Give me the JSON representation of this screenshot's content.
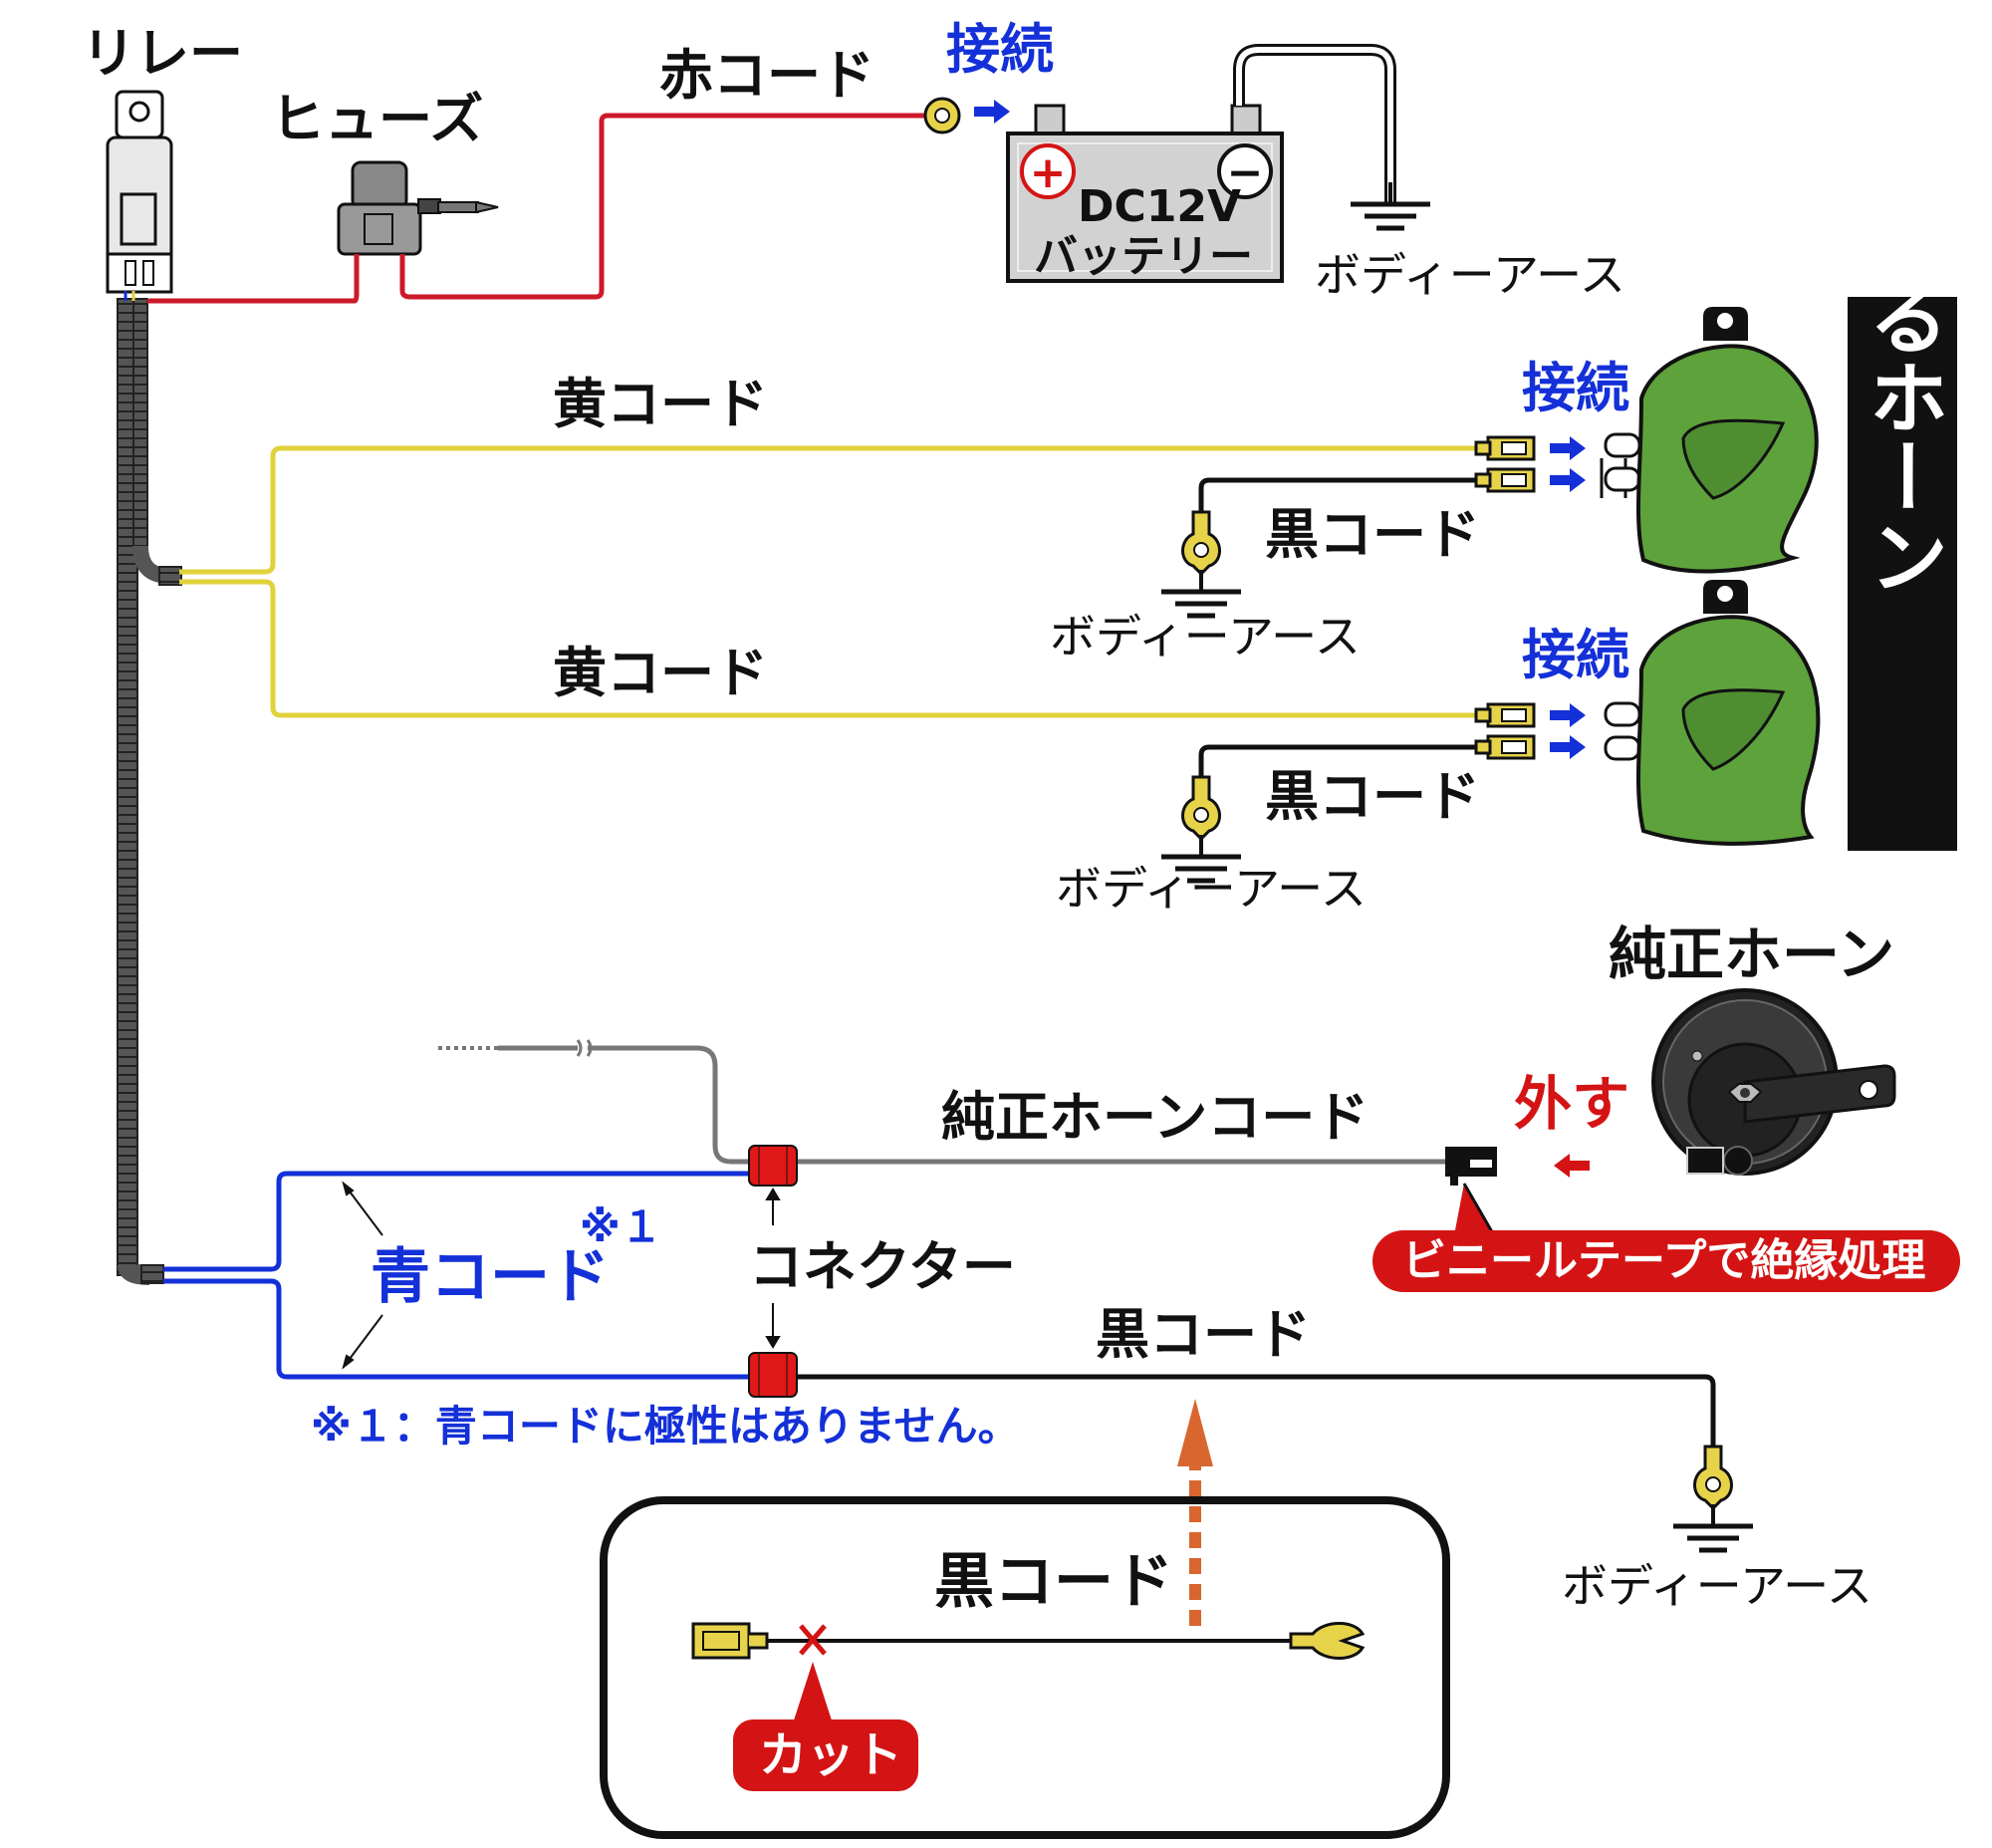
{
  "relay_label": "リレー",
  "fuse_label": "ヒューズ",
  "red_cord_label": "赤コード",
  "connect_label": "接続",
  "battery": {
    "voltage": "DC12V",
    "name": "バッテリー",
    "plus": "+",
    "minus": "−"
  },
  "body_earth_label": "ボディーアース",
  "yellow_cord_label": "黄コード",
  "black_cord_label": "黒コード",
  "new_horn_title": "新設するホーン",
  "oem_horn_title": "純正ホーン",
  "oem_horn_cord_label": "純正ホーンコード",
  "remove_label": "外す",
  "vinyl_tape_label": "ビニールテープで絶縁処理",
  "blue_cord_label": "青コード",
  "note_mark": "※１",
  "connector_label": "コネクター",
  "blue_note": "※１：青コードに極性はありません。",
  "inset_black_cord_label": "黒コード",
  "cut_label": "カット",
  "colors": {
    "red_wire": "#cc1a2a",
    "yellow_wire": "#e0d23a",
    "blue_wire": "#1430d8",
    "black_wire": "#111111",
    "gray_wire": "#777777",
    "horn_green": "#5ea23c",
    "connector_red": "#e01818",
    "label_blue": "#1430d8",
    "label_red": "#d41414",
    "cut_arrow": "#d8662e"
  }
}
